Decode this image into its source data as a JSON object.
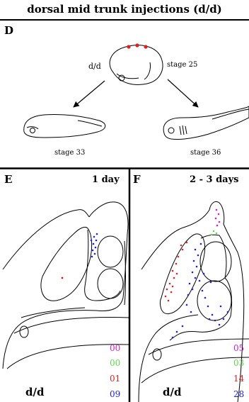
{
  "title": "dorsal mid trunk injections (d/d)",
  "panel_d": {
    "letter": "D",
    "genotype": "d/d",
    "stage_top": "stage 25",
    "stage_left": "stage 33",
    "stage_right": "stage 36"
  },
  "panel_e": {
    "letter": "E",
    "time": "1 day",
    "genotype": "d/d",
    "counts": [
      "00",
      "00",
      "01",
      "09"
    ]
  },
  "panel_f": {
    "letter": "F",
    "time": "2 - 3 days",
    "genotype": "d/d",
    "counts": [
      "05",
      "03",
      "14",
      "28"
    ]
  },
  "colors": {
    "magenta": "#d020d0",
    "green": "#5ed84a",
    "red": "#e02020",
    "blue": "#2020e0"
  }
}
